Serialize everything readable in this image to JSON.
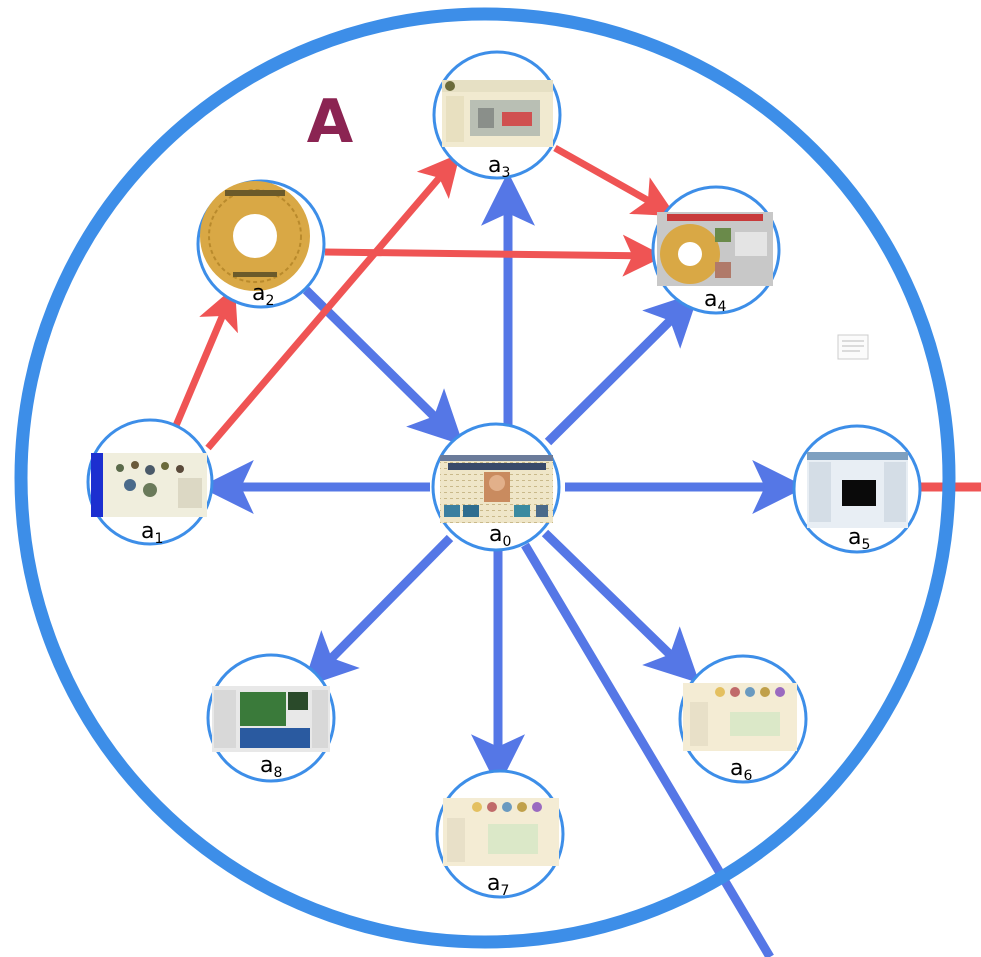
{
  "set_label": "A",
  "colors": {
    "boundary": "#3d8ee8",
    "blue_arrow": "#5577e6",
    "red_arrow": "#ef5454",
    "set_label": "#8b2452",
    "node_ring": "#3d8ee8"
  },
  "nodes": [
    {
      "id": "a0",
      "base": "a",
      "sub": "0",
      "thumbnail": "homepage-with-photo"
    },
    {
      "id": "a1",
      "base": "a",
      "sub": "1",
      "thumbnail": "web-page-thumbnail"
    },
    {
      "id": "a2",
      "base": "a",
      "sub": "2",
      "thumbnail": "cd-disc-thumbnail"
    },
    {
      "id": "a3",
      "base": "a",
      "sub": "3",
      "thumbnail": "web-page-thumbnail"
    },
    {
      "id": "a4",
      "base": "a",
      "sub": "4",
      "thumbnail": "cd-disc-page-thumbnail"
    },
    {
      "id": "a5",
      "base": "a",
      "sub": "5",
      "thumbnail": "web-page-thumbnail"
    },
    {
      "id": "a6",
      "base": "a",
      "sub": "6",
      "thumbnail": "web-page-thumbnail"
    },
    {
      "id": "a7",
      "base": "a",
      "sub": "7",
      "thumbnail": "web-page-thumbnail"
    },
    {
      "id": "a8",
      "base": "a",
      "sub": "8",
      "thumbnail": "suse-page-thumbnail"
    }
  ],
  "edges": [
    {
      "from": "a0",
      "to": "a1",
      "color": "blue"
    },
    {
      "from": "a0",
      "to": "a3",
      "color": "blue"
    },
    {
      "from": "a0",
      "to": "a4",
      "color": "blue"
    },
    {
      "from": "a0",
      "to": "a5",
      "color": "blue"
    },
    {
      "from": "a0",
      "to": "a6",
      "color": "blue"
    },
    {
      "from": "a0",
      "to": "a7",
      "color": "blue"
    },
    {
      "from": "a0",
      "to": "a8",
      "color": "blue"
    },
    {
      "from": "a2",
      "to": "a0",
      "color": "blue"
    },
    {
      "from": "a1",
      "to": "a2",
      "color": "red"
    },
    {
      "from": "a1",
      "to": "a3",
      "color": "red"
    },
    {
      "from": "a2",
      "to": "a4",
      "color": "red"
    },
    {
      "from": "a3",
      "to": "a4",
      "color": "red"
    }
  ],
  "external_links": [
    {
      "from": "a0",
      "color": "blue",
      "direction": "bottom-right"
    },
    {
      "from": "a5",
      "color": "red",
      "direction": "right"
    }
  ]
}
